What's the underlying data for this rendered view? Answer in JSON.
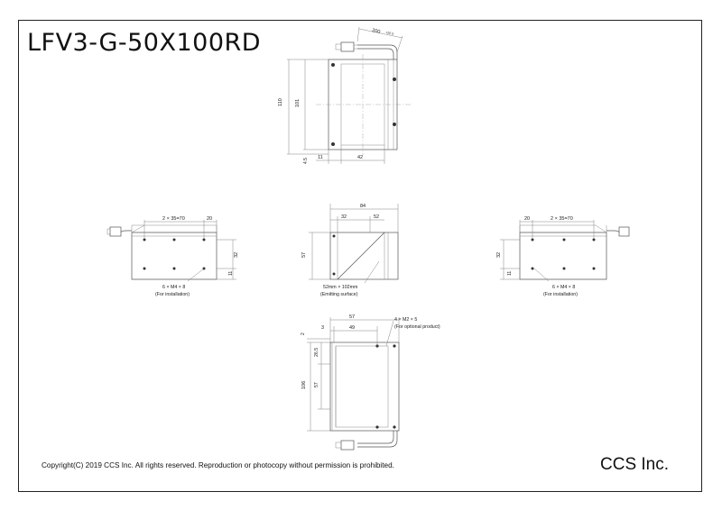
{
  "title": "LFV3-G-50X100RD",
  "copyright": "Copyright(C) 2019 CCS Inc. All rights reserved. Reproduction or photocopy without permission is prohibited.",
  "company": "CCS Inc.",
  "top_view": {
    "cable_length": "200",
    "cable_tolerance": "+20 0",
    "dim_height_total": "110",
    "dim_height_inner": "101",
    "dim_offset": "4.5",
    "dim_left": "11",
    "dim_width": "42"
  },
  "left_view": {
    "dim_pitch": "2 × 35=70",
    "dim_edge": "20",
    "dim_height": "32",
    "dim_bottom": "11",
    "note_screw": "6 × M4 × 8",
    "note_purpose": "(For installation)"
  },
  "front_view": {
    "dim_total": "84",
    "dim_left": "32",
    "dim_right": "52",
    "dim_height": "57",
    "note_surface": "52mm × 102mm",
    "note_purpose": "(Emitting surface)"
  },
  "right_view": {
    "dim_edge": "20",
    "dim_pitch": "2 × 35=70",
    "dim_height": "32",
    "dim_bottom": "11",
    "note_screw": "6 × M4 × 8",
    "note_purpose": "(For installation)"
  },
  "bottom_view": {
    "dim_width": "57",
    "dim_inner": "49",
    "dim_left": "3",
    "dim_top": "2",
    "dim_a": "26.5",
    "dim_b": "57",
    "dim_total": "106",
    "note_screw": "4 × M2 × 5",
    "note_purpose": "(For optional product)"
  }
}
